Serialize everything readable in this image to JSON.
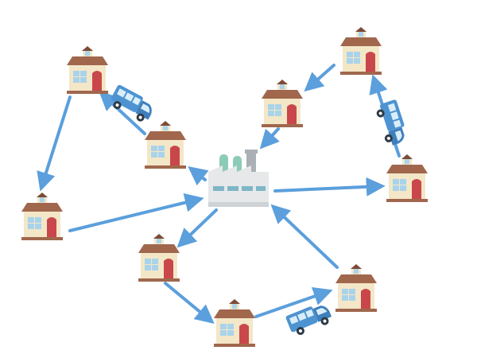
{
  "colors": {
    "arrow": "#5b9fdc",
    "roof": "#a0674d",
    "roof_dark": "#7d4b37",
    "wall": "#f3e7c8",
    "door": "#c9474a",
    "window": "#a9d3ea",
    "truck_body": "#4d93d1",
    "truck_cab": "#3e7fbc",
    "truck_window": "#d9eefa",
    "wheel": "#2f3a45",
    "factory_wall": "#e6e8ea",
    "factory_stack_teal": "#8ccbb8",
    "factory_stack_gray": "#a9b0b6",
    "factory_window": "#7fb6c6"
  },
  "factory": {
    "name": "factory-icon"
  },
  "houses": [
    {
      "id": "house-top-left"
    },
    {
      "id": "house-upper-middle-left"
    },
    {
      "id": "house-left"
    },
    {
      "id": "house-upper-middle-right"
    },
    {
      "id": "house-top-right"
    },
    {
      "id": "house-right"
    },
    {
      "id": "house-lower-left"
    },
    {
      "id": "house-bottom"
    },
    {
      "id": "house-lower-right"
    }
  ],
  "trucks": [
    {
      "id": "truck-left-route"
    },
    {
      "id": "truck-right-route"
    },
    {
      "id": "truck-bottom-route"
    }
  ],
  "arrows": [
    {
      "from": "house-upper-middle-left",
      "to": "house-top-left"
    },
    {
      "from": "house-top-left",
      "to": "house-left"
    },
    {
      "from": "house-left",
      "to": "factory"
    },
    {
      "from": "factory",
      "to": "house-upper-middle-left"
    },
    {
      "from": "house-upper-middle-right",
      "to": "factory"
    },
    {
      "from": "house-top-right",
      "to": "house-upper-middle-right"
    },
    {
      "from": "house-right",
      "to": "house-top-right"
    },
    {
      "from": "factory",
      "to": "house-right"
    },
    {
      "from": "factory",
      "to": "house-lower-left"
    },
    {
      "from": "house-lower-left",
      "to": "house-bottom"
    },
    {
      "from": "house-bottom",
      "to": "house-lower-right"
    },
    {
      "from": "house-lower-right",
      "to": "factory"
    }
  ]
}
